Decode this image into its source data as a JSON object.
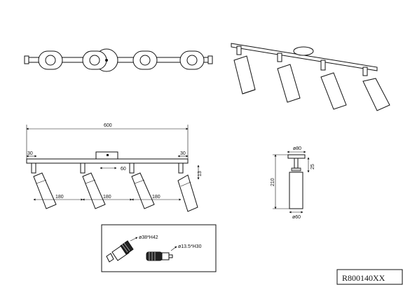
{
  "product_code": "R800140XX",
  "dimensions": {
    "total_length": "600",
    "end_left": "30",
    "end_right": "30",
    "center_offset": "60",
    "spacing_1": "180",
    "spacing_2": "180",
    "spacing_3": "180",
    "head_height": "13",
    "base_diameter": "ø80",
    "base_height": "25",
    "overall_height": "210",
    "shade_diameter": "ø60"
  },
  "bulb_specs": {
    "large": "ø38*H42",
    "small": "ø13.5*H30"
  }
}
